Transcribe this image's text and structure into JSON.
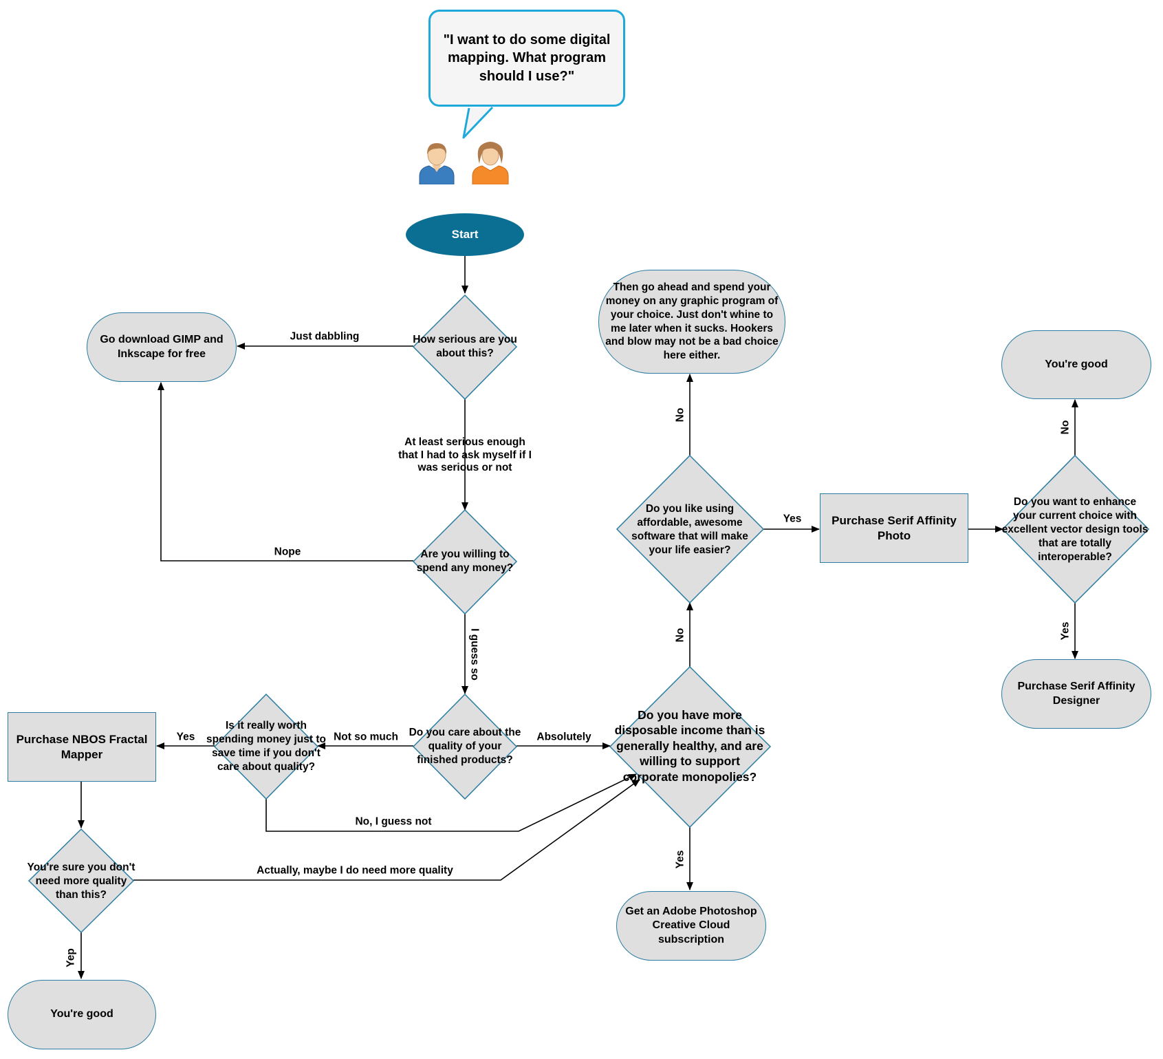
{
  "speech_bubble": "\"I want to do some digital mapping. What program should I use?\"",
  "icons": {
    "male": "person-male-icon",
    "female": "person-female-icon"
  },
  "colors": {
    "start": "#0a6f92",
    "node_fill": "#dfdfdf",
    "node_border": "#2a7ca1",
    "bubble_border": "#1fa9db",
    "edge": "#000000"
  },
  "nodes": {
    "start": "Start",
    "how_serious": "How serious are you about this?",
    "gimp": "Go download GIMP and Inkscape for free",
    "willing_spend": "Are you willing to spend any money?",
    "care_quality": "Do you care about the quality of your finished products?",
    "worth_spending": "Is it really worth spending money just to save time if you don't care about quality?",
    "nbos": "Purchase NBOS Fractal Mapper",
    "sure_quality": "You're sure you don't need more quality than this?",
    "good_left": "You're good",
    "disposable": "Do you have more disposable income than is generally healthy, and are willing to support corporate monopolies?",
    "photoshop": "Get an Adobe Photoshop Creative Cloud subscription",
    "affordable": "Do you like using affordable, awesome software that will make your life easier?",
    "any_program": "Then go ahead and spend your money on any graphic program of your choice. Just don't whine to me later when it sucks. Hookers and blow may not be a bad choice here either.",
    "affinity_photo": "Purchase Serif Affinity Photo",
    "enhance": "Do you want to enhance your current choice with excellent vector design tools that are totally interoperable?",
    "good_right": "You're good",
    "affinity_designer": "Purchase Serif Affinity Designer"
  },
  "edges": {
    "just_dabbling": "Just dabbling",
    "serious_enough": "At least serious enough that I had to ask myself if I was serious or not",
    "nope": "Nope",
    "i_guess_so": "I guess so",
    "not_so_much": "Not so much",
    "absolutely": "Absolutely",
    "yes_nbos": "Yes",
    "no_guess_not": "No, I guess not",
    "actually_quality": "Actually, maybe I do need more quality",
    "yep": "Yep",
    "yes_photoshop": "Yes",
    "no_affordable": "No",
    "no_any_program": "No",
    "yes_affinity": "Yes",
    "no_good": "No",
    "yes_designer": "Yes"
  }
}
